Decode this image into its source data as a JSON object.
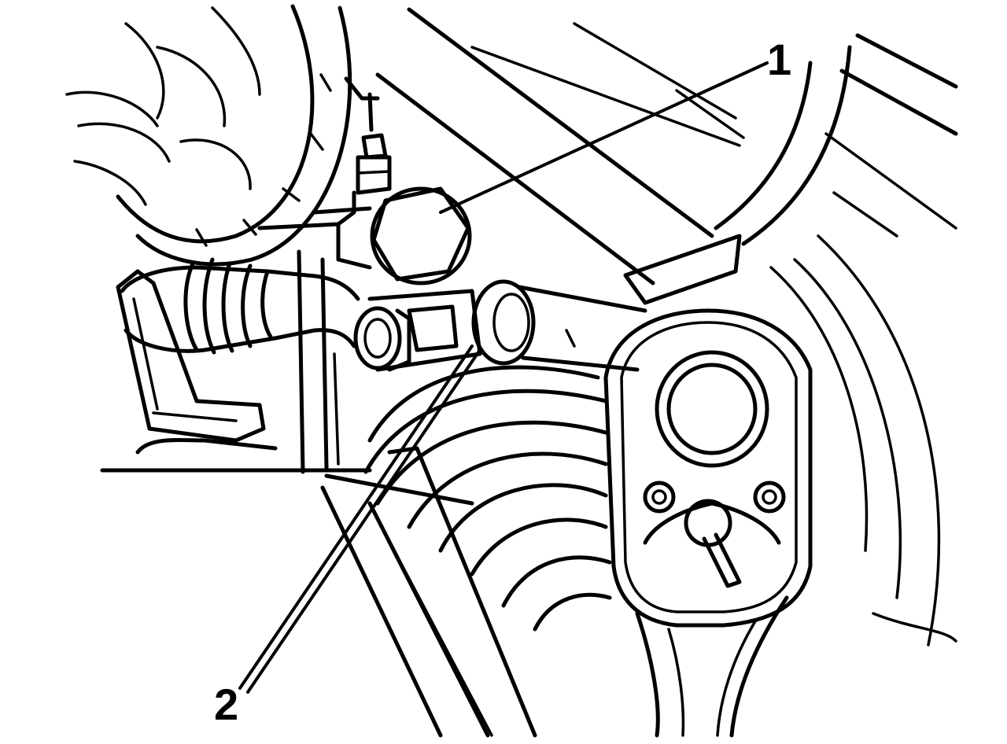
{
  "figure": {
    "callouts": [
      {
        "id": "1",
        "label": "1"
      },
      {
        "id": "2",
        "label": "2"
      }
    ]
  },
  "colors": {
    "ink": "#000000",
    "paper": "#ffffff"
  }
}
